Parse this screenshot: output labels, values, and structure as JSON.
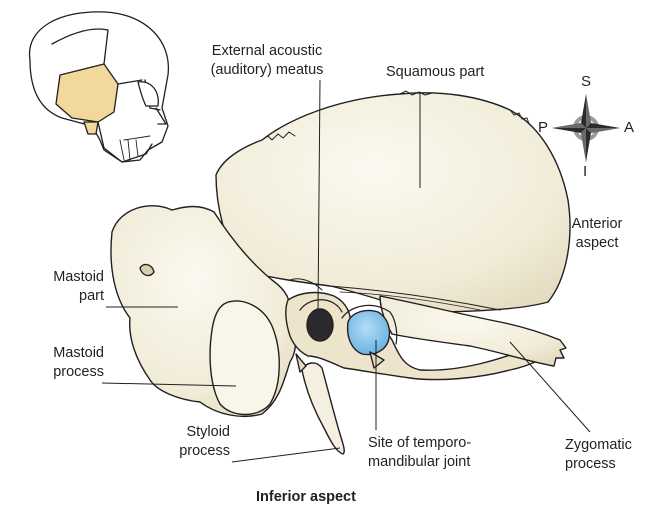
{
  "labels": {
    "external_acoustic_meatus": [
      "External acoustic",
      "(auditory) meatus"
    ],
    "squamous_part": "Squamous part",
    "anterior_aspect": [
      "Anterior",
      "aspect"
    ],
    "mastoid_part": [
      "Mastoid",
      "part"
    ],
    "mastoid_process": [
      "Mastoid",
      "process"
    ],
    "styloid_process": [
      "Styloid",
      "process"
    ],
    "tmj_site": [
      "Site of temporo-",
      "mandibular joint"
    ],
    "zygomatic_process": [
      "Zygomatic",
      "process"
    ],
    "caption": "Inferior aspect"
  },
  "compass": {
    "superior": "S",
    "inferior": "I",
    "posterior": "P",
    "anterior": "A"
  },
  "colors": {
    "bone": "#f1ecd8",
    "bone_shadow": "#e0d8bc",
    "temporal_highlight": "#f2d89a",
    "tmj_blue": "#7fc1ea",
    "outline": "#231f20"
  }
}
